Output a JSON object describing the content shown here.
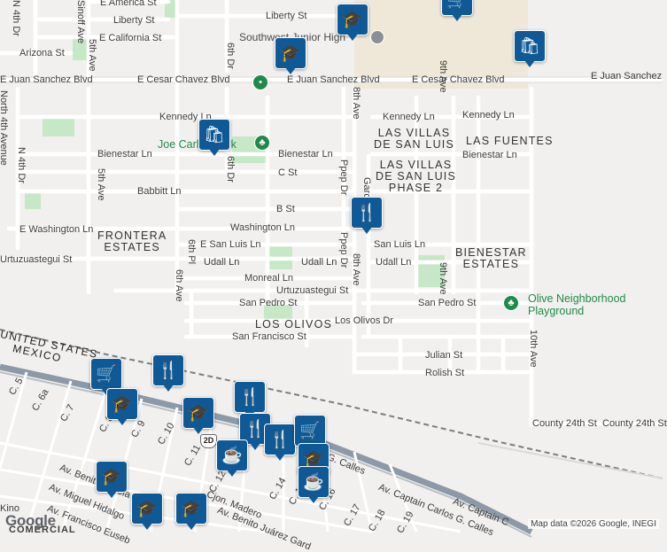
{
  "map": {
    "attribution": "Map data ©2026 Google, INEGI",
    "logo": "Google",
    "route_shield": "2D"
  },
  "colors": {
    "pin": "#0f5a96",
    "park": "#c6e8c7",
    "park_text": "#1f8a4c",
    "road": "#ffffff",
    "road_casing": "#d9d7d3",
    "rail": "#b9bfc6",
    "highway": "#8c99a8",
    "border": "#7d7d7d",
    "campus": "#efe8d8"
  },
  "streets": {
    "e_america": "E America St",
    "liberty_w": "Liberty St",
    "liberty_e": "Liberty St",
    "e_california": "E California St",
    "arizona": "Arizona St",
    "n_4th": "N 4th Dr",
    "sinoff": "Sinoff Ave",
    "fifth_top": "5th Ave",
    "sixth_dr_top": "6th Dr",
    "juan_sanchez_w": "E Juan Sanchez Blvd",
    "cesar_chavez_w": "E Cesar Chavez Blvd",
    "juan_sanchez_m": "E Juan Sanchez Blvd",
    "cesar_chavez_e": "E Cesar Chavez Blvd",
    "juan_sanchez_e": "E Juan Sanchez",
    "north_4th_avenue": "North 4th Avenue",
    "n_4th_dr": "N 4th Dr",
    "kennedy_w": "Kennedy Ln",
    "kennedy_m": "Kennedy Ln",
    "kennedy_e": "Kennedy Ln",
    "eighth_ave_top": "8th Ave",
    "bienestar_w": "Bienestar Ln",
    "bienestar_m": "Bienestar Ln",
    "bienestar_e": "Bienestar Ln",
    "c_st": "C St",
    "fifth_ave": "5th Ave",
    "sixth_dr": "6th Dr",
    "ppep_dr_top": "Ppep Dr",
    "garcia": "Garcia",
    "babbitt": "Babbitt Ln",
    "b_st": "B St",
    "e_washington": "E Washington Ln",
    "washington": "Washington Ln",
    "e_san_luis": "E San Luis Ln",
    "san_luis": "San Luis Ln",
    "ppep_dr": "Ppep Dr",
    "urtuzuastegui_w": "Urtuzuastegui St",
    "sixth_pl": "6th Pl",
    "udall_w": "Udall Ln",
    "udall_m": "Udall Ln",
    "udall_e": "Udall Ln",
    "eighth_ave": "8th Ave",
    "ninth_ave": "9th Ave",
    "ninth_ave_top": "9th Ave",
    "sixth_ave": "6th Ave",
    "monreal": "Monreal Ln",
    "urtuzuastegui_m": "Urtuzuastegui St",
    "san_pedro_w": "San Pedro St",
    "san_pedro_e": "San Pedro St",
    "los_olivos_dr": "Los Olivos Dr",
    "san_francisco": "San Francisco St",
    "julian": "Julian St",
    "rolish": "Rolish St",
    "tenth_ave": "10th Ave",
    "county_24th_w": "County 24th St",
    "county_24th_e": "County 24th St",
    "c5": "C. 5",
    "c6a": "C. 6a",
    "c7": "C. 7",
    "c8": "C. 8",
    "c9": "C. 9",
    "c10": "C. 10",
    "c11": "C. 11",
    "c12": "C. 12",
    "c14": "C. 14",
    "c15": "C. 15",
    "c16": "C. 16",
    "c17": "C. 17",
    "c18": "C. 18",
    "c19": "C. 19",
    "av_benito_garcia": "Av. Benito García",
    "av_miguel_hidalgo": "Av. Miguel Hidalgo",
    "av_francisco": "Av. Francisco Euseb",
    "av_benito_juarez": "Av. Benito Juárez Gard",
    "cjon_madero": "Cjon. Madero",
    "av_captain_carlos_1": "Av. Captain Carlos G. Calles",
    "av_captain_carlos_2": "Av. Captain C",
    "calles_top": "G. Calles",
    "kino": "Kino",
    "comercial": "COMERCIAL"
  },
  "areas": {
    "southwest_junior_high": "Southwest Junior High",
    "las_villas_1": "LAS VILLAS",
    "las_villas_2": "DE SAN LUIS",
    "las_villas_phase_1": "LAS VILLAS",
    "las_villas_phase_2": "DE SAN LUIS",
    "las_villas_phase_3": "PHASE 2",
    "las_fuentes": "LAS FUENTES",
    "frontera_1": "FRONTERA",
    "frontera_2": "ESTATES",
    "bienestar_estates_1": "BIENESTAR",
    "bienestar_estates_2": "ESTATES",
    "los_olivos": "LOS OLIVOS",
    "joe_carlos_park": "Joe Carlos Park",
    "olive_playground_1": "Olive Neighborhood",
    "olive_playground_2": "Playground",
    "united_states": "UNITED STATES",
    "mexico": "MEXICO"
  },
  "markers": [
    {
      "type": "school",
      "icon": "school-icon"
    },
    {
      "type": "school",
      "icon": "school-icon"
    },
    {
      "type": "shopping",
      "icon": "shopping-bag-icon"
    },
    {
      "type": "shopping",
      "icon": "shopping-bag-icon"
    },
    {
      "type": "shopping",
      "icon": "shopping-cart-icon"
    },
    {
      "type": "restaurant",
      "icon": "restaurant-icon"
    },
    {
      "type": "shopping",
      "icon": "shopping-cart-icon"
    },
    {
      "type": "restaurant",
      "icon": "restaurant-icon"
    },
    {
      "type": "school",
      "icon": "school-icon"
    },
    {
      "type": "school",
      "icon": "school-icon"
    },
    {
      "type": "restaurant",
      "icon": "restaurant-icon"
    },
    {
      "type": "restaurant",
      "icon": "restaurant-icon"
    },
    {
      "type": "restaurant",
      "icon": "restaurant-icon"
    },
    {
      "type": "shopping",
      "icon": "shopping-cart-icon"
    },
    {
      "type": "school",
      "icon": "school-icon"
    },
    {
      "type": "cafe",
      "icon": "coffee-icon"
    },
    {
      "type": "cafe",
      "icon": "coffee-icon"
    },
    {
      "type": "school",
      "icon": "school-icon"
    },
    {
      "type": "school",
      "icon": "school-icon"
    },
    {
      "type": "school",
      "icon": "school-icon"
    }
  ]
}
